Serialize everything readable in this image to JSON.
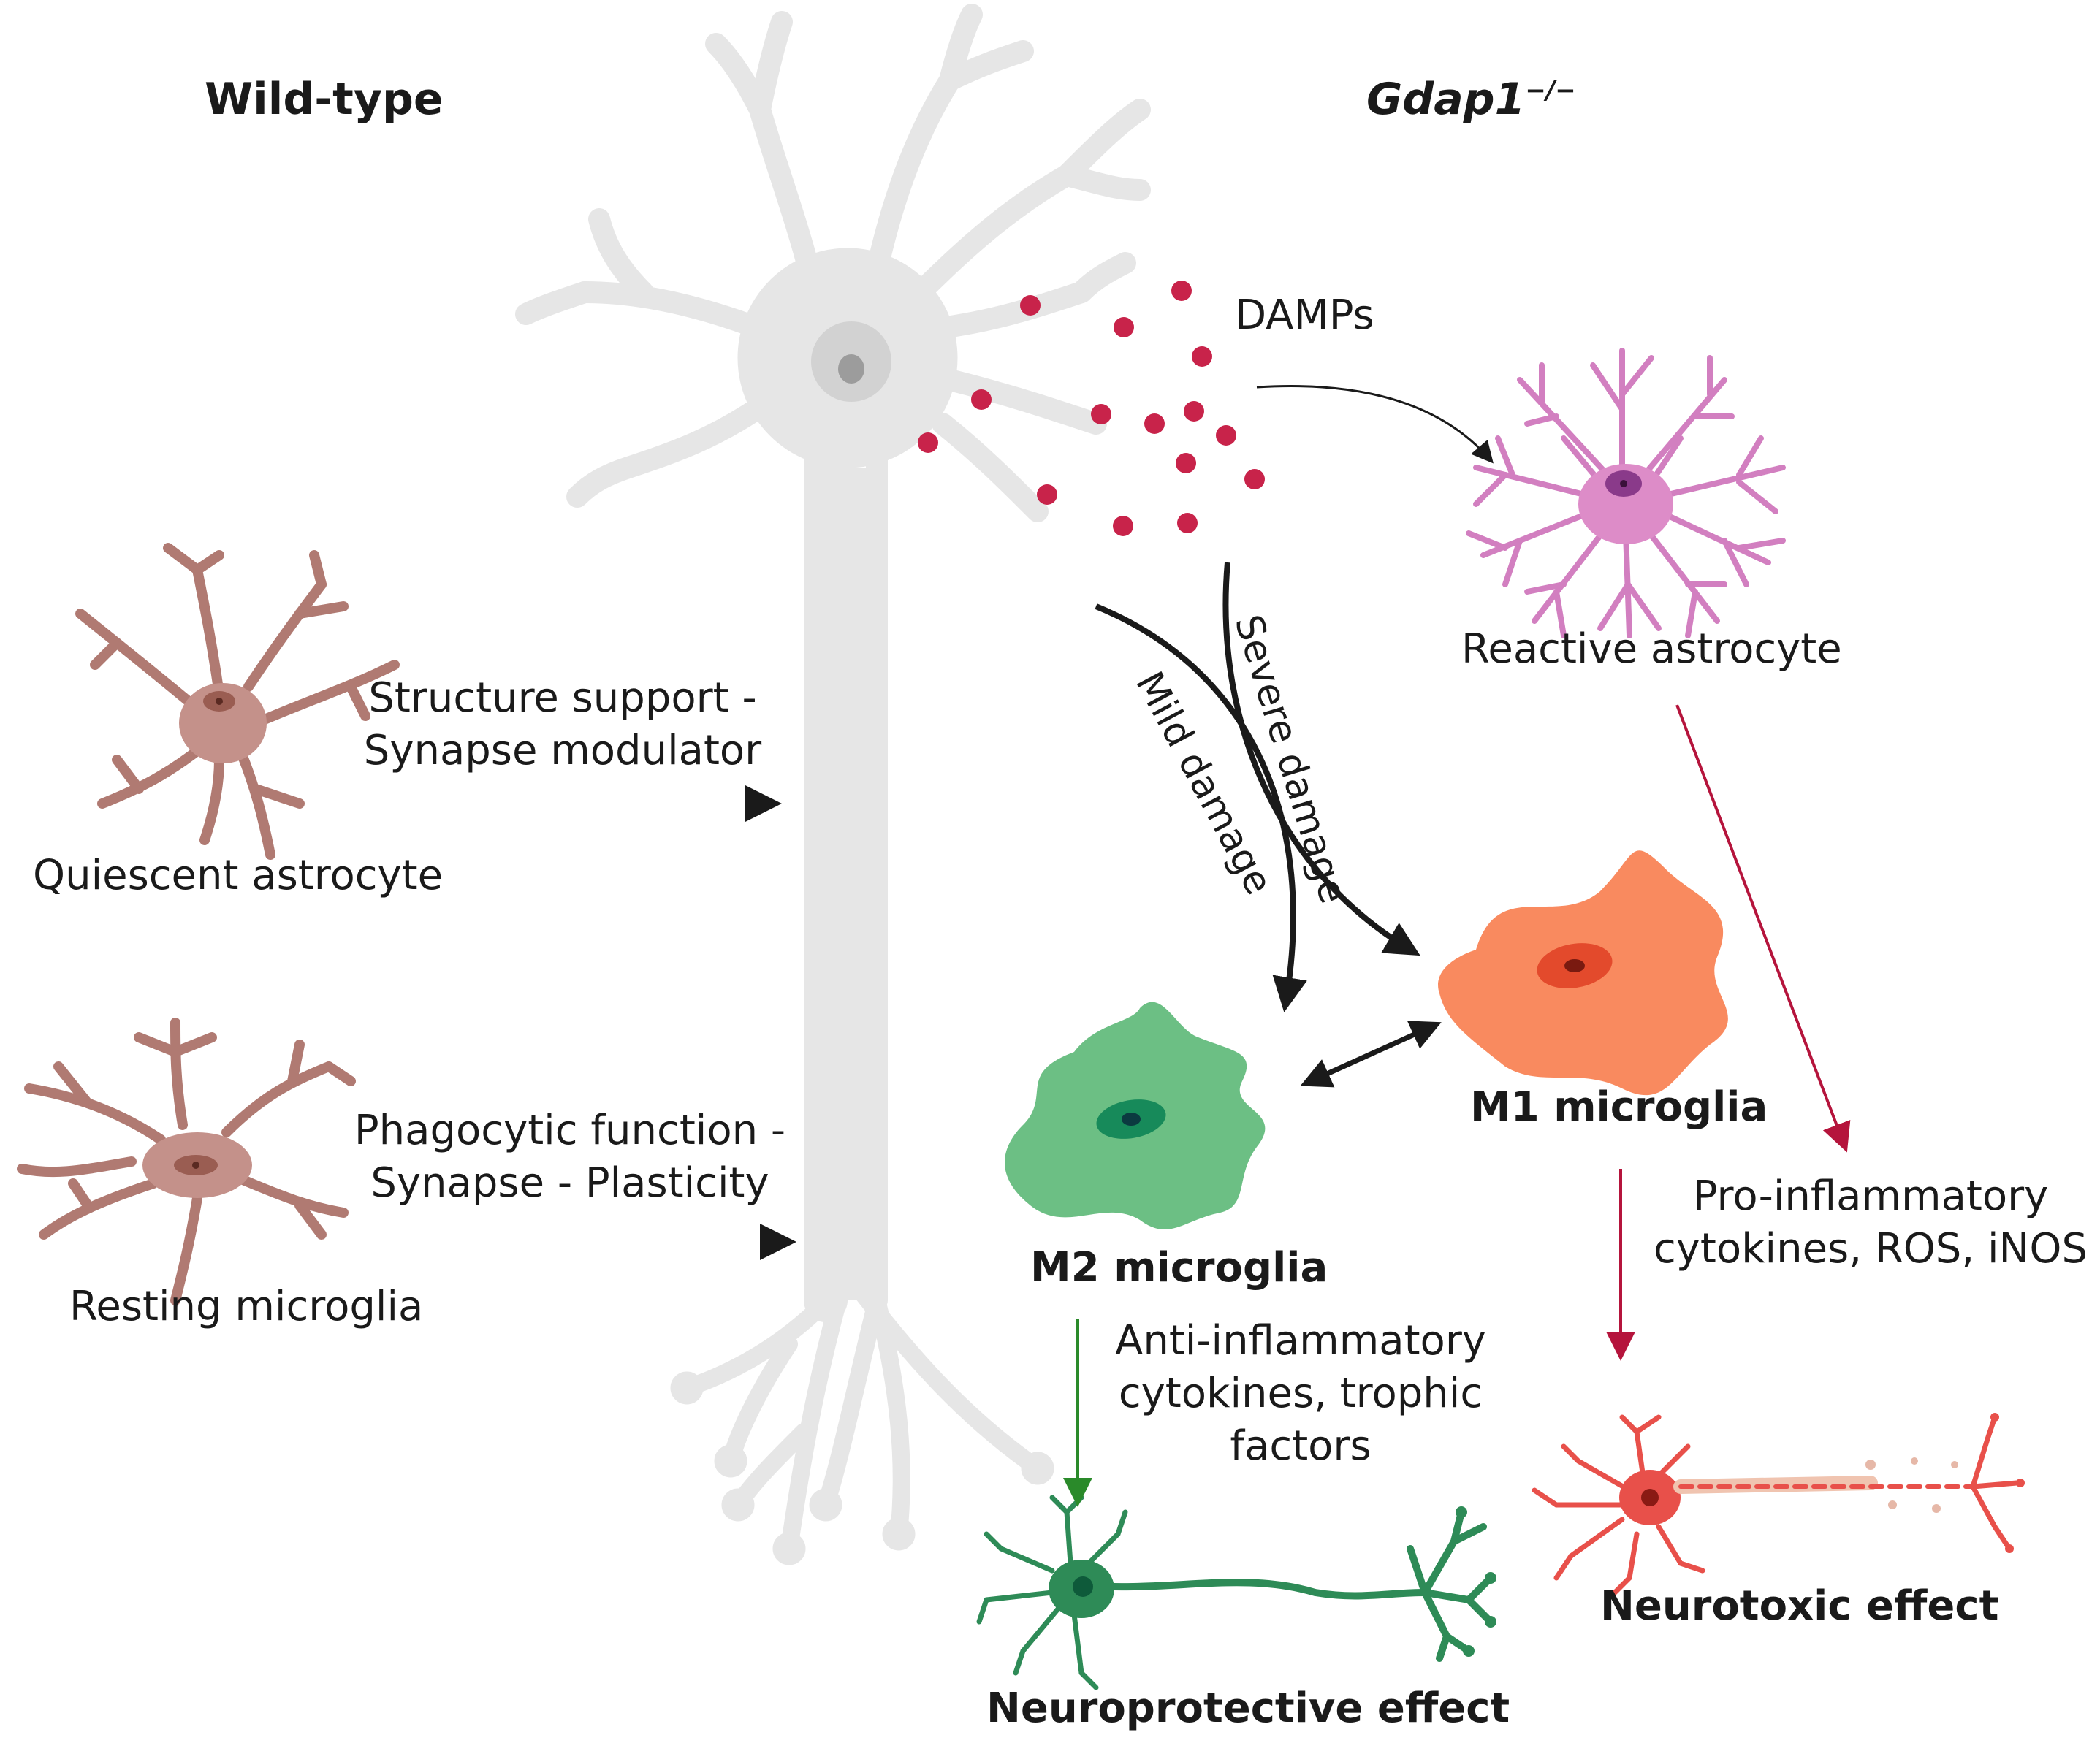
{
  "headings": {
    "left": "Wild-type",
    "right_gene": "Gdap1",
    "right_superscript": "−/−"
  },
  "labels": {
    "damps": "DAMPs",
    "reactive_astrocyte": "Reactive astrocyte",
    "quiescent_astrocyte": "Quiescent astrocyte",
    "resting_microglia": "Resting microglia",
    "m1_microglia": "M1 microglia",
    "m2_microglia": "M2 microglia",
    "neuroprotective_effect": "Neuroprotective effect",
    "neurotoxic_effect": "Neurotoxic effect"
  },
  "arrow_labels": {
    "astrocyte_function_line1": "Structure support -",
    "astrocyte_function_line2": "Synapse modulator",
    "microglia_function_line1": "Phagocytic function -",
    "microglia_function_line2": "Synapse - Plasticity",
    "mild_damage": "Mild damage",
    "severe_damage": "Severe damage",
    "anti_inflammatory_line1": "Anti-inflammatory",
    "anti_inflammatory_line2": "cytokines, trophic",
    "anti_inflammatory_line3": "factors",
    "pro_inflammatory_line1": "Pro-inflammatory",
    "pro_inflammatory_line2": "cytokines, ROS, iNOS"
  },
  "colors": {
    "neuron_gray": "#e6e6e6",
    "damp_red": "#c8234a",
    "astrocyte_brown": "#c4918a",
    "reactive_pink": "#dd8cc8",
    "m1_orange": "#f98a5f",
    "m2_green": "#6cbf84",
    "protective_green": "#2e8b57",
    "toxic_red": "#e8504a",
    "arrow_red": "#b5143c",
    "arrow_green": "#2a8a2a"
  }
}
